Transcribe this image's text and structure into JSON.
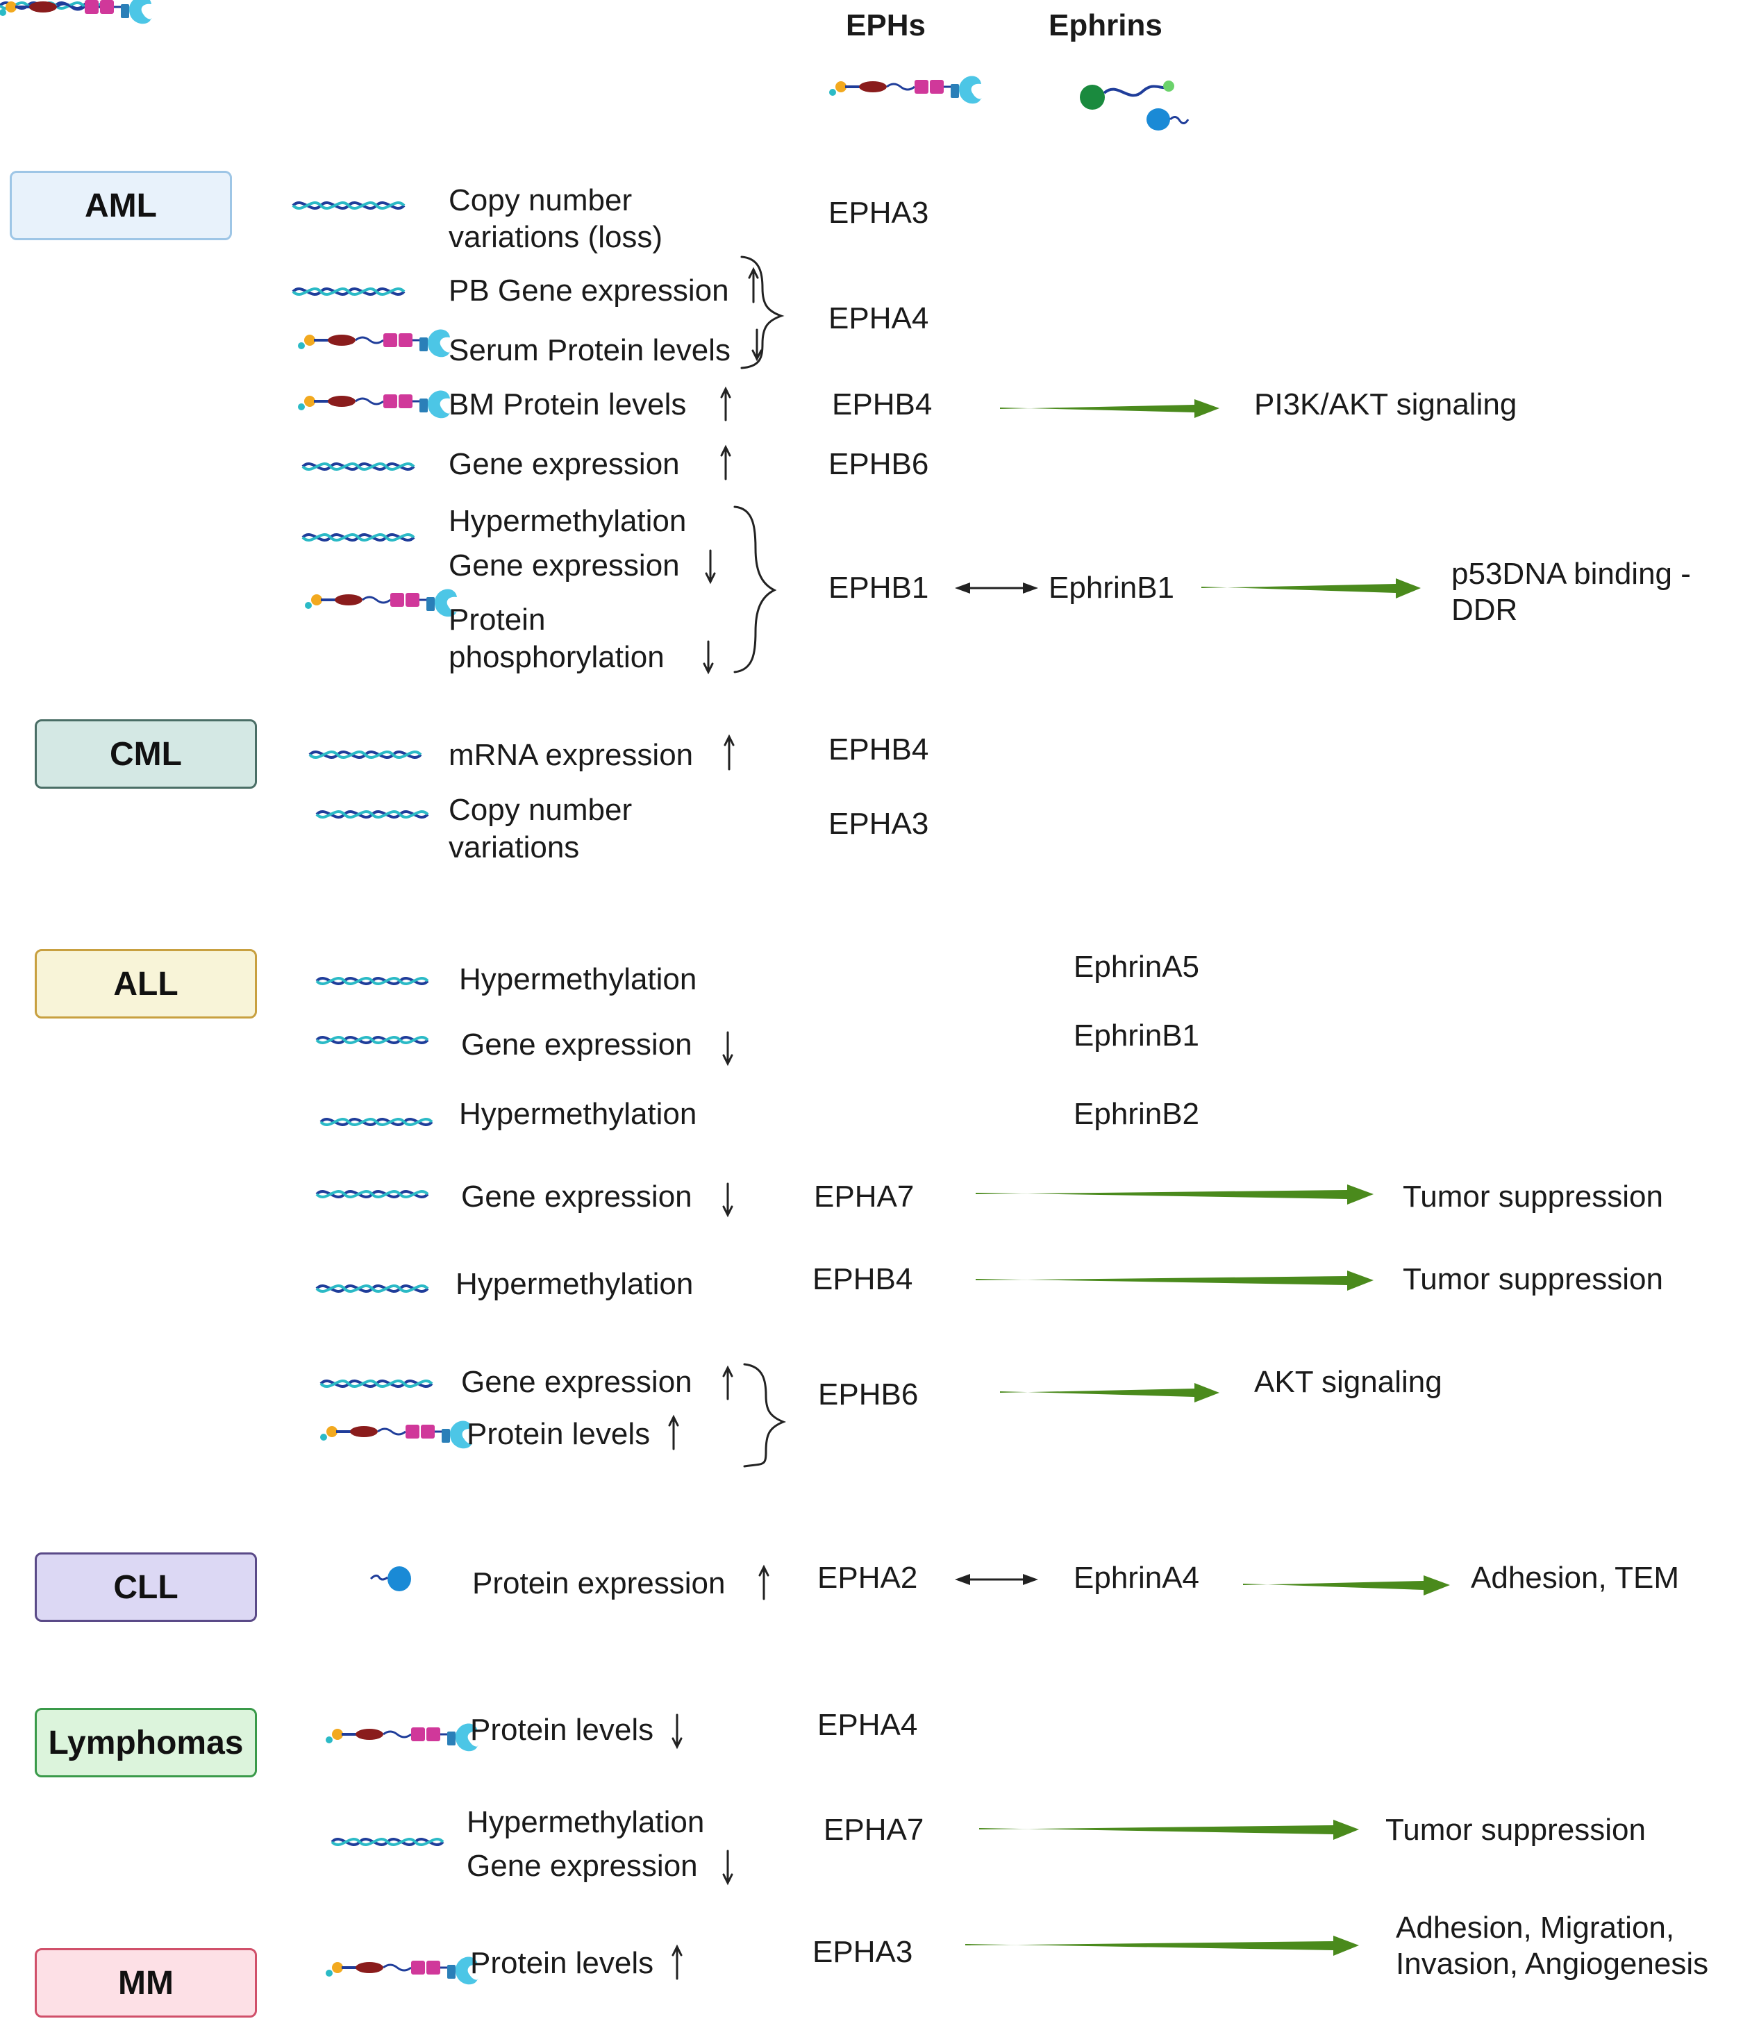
{
  "header": {
    "ephs": "EPHs",
    "ephrins": "Ephrins"
  },
  "colors": {
    "arrow": "#4a8a1c",
    "aml": "#e8f2fb",
    "cml": "#d4e8e4",
    "all": "#f8f4d8",
    "cll": "#dcd8f4",
    "lymphomas": "#dcf4dc",
    "mm": "#fde0e6"
  },
  "diseases": {
    "aml": "AML",
    "cml": "CML",
    "all": "ALL",
    "cll": "CLL",
    "lymphomas": "Lymphomas",
    "mm": "MM"
  },
  "aml": {
    "r1": {
      "line1": "Copy number",
      "line2": "variations (loss)",
      "receptor": "EPHA3"
    },
    "r2": {
      "a": "PB Gene expression",
      "a_arrow": "↑",
      "b": "Serum Protein levels",
      "b_arrow": "↓",
      "receptor": "EPHA4"
    },
    "r3": {
      "label": "BM Protein levels",
      "arrow": "↑",
      "receptor": "EPHB4",
      "effect": "PI3K/AKT signaling"
    },
    "r4": {
      "label": "Gene expression",
      "arrow": "↑",
      "receptor": "EPHB6"
    },
    "r5": {
      "a": "Hypermethylation",
      "b": "Gene expression",
      "b_arrow": "↓",
      "c1": "Protein",
      "c2": "phosphorylation",
      "c_arrow": "↓",
      "receptor": "EPHB1",
      "ligand": "EphrinB1",
      "effect1": "p53DNA binding -",
      "effect2": "DDR"
    }
  },
  "cml": {
    "r1": {
      "label": "mRNA expression",
      "arrow": "↑",
      "receptor": "EPHB4"
    },
    "r2": {
      "line1": "Copy number",
      "line2": "variations",
      "receptor": "EPHA3"
    }
  },
  "all": {
    "r1": {
      "label": "Hypermethylation",
      "ligand": "EphrinA5"
    },
    "r2": {
      "label": "Gene expression",
      "arrow": "↓",
      "ligand": "EphrinB1"
    },
    "r3": {
      "label": "Hypermethylation",
      "ligand": "EphrinB2"
    },
    "r4": {
      "label": "Gene expression",
      "arrow": "↓",
      "receptor": "EPHA7",
      "effect": "Tumor suppression"
    },
    "r5": {
      "label": "Hypermethylation",
      "receptor": "EPHB4",
      "effect": "Tumor suppression"
    },
    "r6": {
      "a": "Gene expression",
      "a_arrow": "↑",
      "b": "Protein levels",
      "b_arrow": "↑",
      "receptor": "EPHB6",
      "effect": "AKT signaling"
    }
  },
  "cll": {
    "r1": {
      "label": "Protein expression",
      "arrow": "↑",
      "receptor": "EPHA2",
      "ligand": "EphrinA4",
      "effect": "Adhesion, TEM"
    }
  },
  "lymphomas": {
    "r1": {
      "label": "Protein levels",
      "arrow": "↓",
      "receptor": "EPHA4"
    },
    "r2": {
      "a": "Hypermethylation",
      "b": "Gene expression",
      "b_arrow": "↓",
      "receptor": "EPHA7",
      "effect": "Tumor suppression"
    }
  },
  "mm": {
    "r1": {
      "label": "Protein levels",
      "arrow": "↑",
      "receptor": "EPHA3",
      "effect1": "Adhesion, Migration,",
      "effect2": "Invasion, Angiogenesis"
    }
  }
}
